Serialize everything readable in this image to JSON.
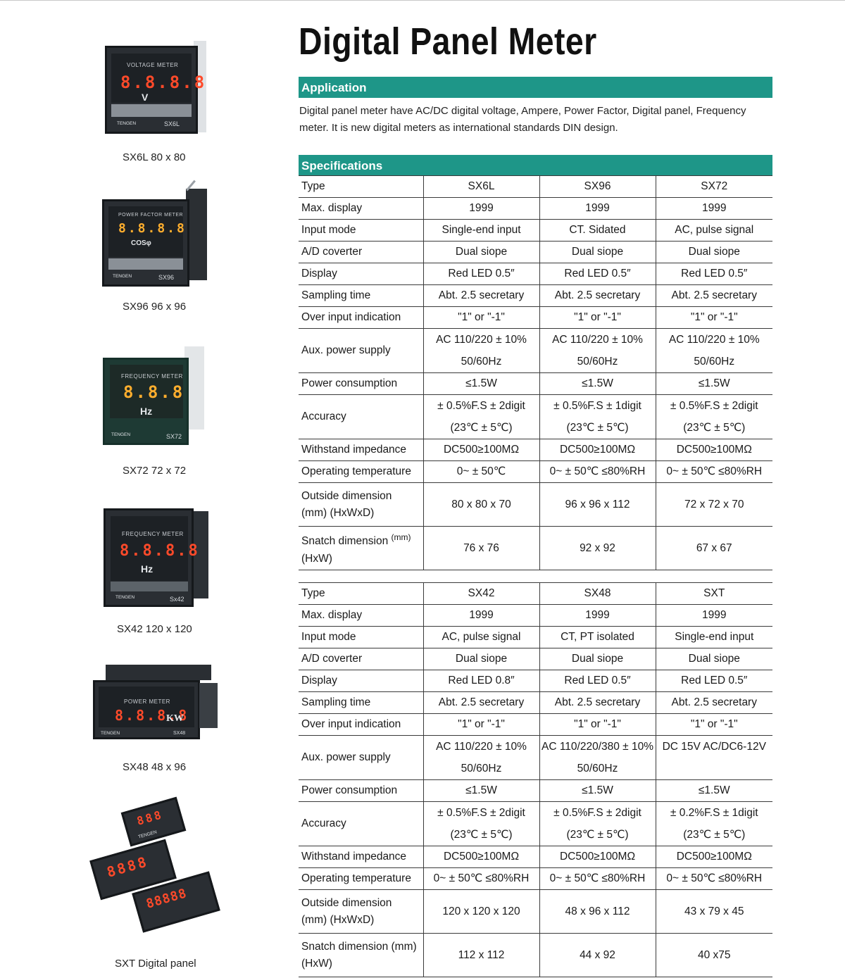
{
  "page": {
    "title": "Digital Panel Meter"
  },
  "application": {
    "heading": "Application",
    "text": "Digital panel meter have AC/DC digital voltage, Ampere, Power Factor, Digital panel, Frequency meter. It is new digital meters as international standards DIN design."
  },
  "specifications": {
    "heading": "Specifications"
  },
  "table1": {
    "rows": [
      {
        "label": "Type",
        "c1": "SX6L",
        "c2": "SX96",
        "c3": "SX72"
      },
      {
        "label": "Max. display",
        "c1": "1999",
        "c2": "1999",
        "c3": "1999"
      },
      {
        "label": "Input mode",
        "c1": "Single-end input",
        "c2": "CT. Sidated",
        "c3": "AC, pulse signal"
      },
      {
        "label": "A/D coverter",
        "c1": "Dual siope",
        "c2": "Dual siope",
        "c3": "Dual siope"
      },
      {
        "label": "Display",
        "c1": "Red LED 0.5″",
        "c2": "Red LED 0.5″",
        "c3": "Red LED 0.5″"
      },
      {
        "label": "Sampling time",
        "c1": "Abt. 2.5 secretary",
        "c2": "Abt. 2.5 secretary",
        "c3": "Abt. 2.5 secretary"
      },
      {
        "label": "Over input indication",
        "c1": "\"1\" or \"-1\"",
        "c2": "\"1\" or \"-1\"",
        "c3": "\"1\" or \"-1\""
      }
    ],
    "aux": {
      "label": "Aux. power supply",
      "c1": [
        "AC 110/220 ± 10%",
        "50/60Hz"
      ],
      "c2": [
        "AC 110/220 ± 10%",
        "50/60Hz"
      ],
      "c3": [
        "AC 110/220 ± 10%",
        "50/60Hz"
      ]
    },
    "power": {
      "label": "Power consumption",
      "c1": "≤1.5W",
      "c2": "≤1.5W",
      "c3": "≤1.5W"
    },
    "accuracy": {
      "label": "Accuracy",
      "c1": [
        "± 0.5%F.S  ± 2digit",
        "(23℃ ± 5℃)"
      ],
      "c2": [
        "± 0.5%F.S  ± 1digit",
        "(23℃ ± 5℃)"
      ],
      "c3": [
        "± 0.5%F.S  ± 2digit",
        "(23℃ ± 5℃)"
      ]
    },
    "withstand": {
      "label": "Withstand impedance",
      "c1": "DC500≥100MΩ",
      "c2": "DC500≥100MΩ",
      "c3": "DC500≥100MΩ"
    },
    "optemp": {
      "label": "Operating temperature",
      "c1": "0~ ± 50℃",
      "c2": "0~ ± 50℃  ≤80%RH",
      "c3": "0~ ± 50℃  ≤80%RH"
    },
    "outside": {
      "label1": "Outside dimension",
      "label2": "(mm) (HxWxD)",
      "c1": "80 x 80 x 70",
      "c2": "96 x 96 x 112",
      "c3": "72 x 72 x 70"
    },
    "snatch": {
      "label1": "Snatch dimension",
      "label1_sup": "(mm)",
      "label2": "(HxW)",
      "c1": "76 x 76",
      "c2": "92 x 92",
      "c3": "67 x 67"
    }
  },
  "table2": {
    "rows": [
      {
        "label": "Type",
        "c1": "SX42",
        "c2": "SX48",
        "c3": "SXT"
      },
      {
        "label": "Max. display",
        "c1": "1999",
        "c2": "1999",
        "c3": "1999"
      },
      {
        "label": "Input mode",
        "c1": "AC, pulse signal",
        "c2": "CT, PT isolated",
        "c3": "Single-end input"
      },
      {
        "label": "A/D coverter",
        "c1": "Dual siope",
        "c2": "Dual siope",
        "c3": "Dual siope"
      },
      {
        "label": "Display",
        "c1": "Red LED 0.8″",
        "c2": "Red LED 0.5″",
        "c3": "Red LED 0.5″"
      },
      {
        "label": "Sampling time",
        "c1": "Abt. 2.5 secretary",
        "c2": "Abt. 2.5 secretary",
        "c3": "Abt. 2.5 secretary"
      },
      {
        "label": "Over input indication",
        "c1": "\"1\" or \"-1\"",
        "c2": "\"1\" or \"-1\"",
        "c3": "\"1\" or \"-1\""
      }
    ],
    "aux": {
      "label": "Aux. power supply",
      "c1": [
        "AC 110/220 ± 10%",
        "50/60Hz"
      ],
      "c2": [
        "AC 110/220/380 ± 10%",
        "50/60Hz"
      ],
      "c3": [
        "DC 15V AC/DC6-12V",
        ""
      ]
    },
    "power": {
      "label": "Power consumption",
      "c1": "≤1.5W",
      "c2": "≤1.5W",
      "c3": "≤1.5W"
    },
    "accuracy": {
      "label": "Accuracy",
      "c1": [
        "± 0.5%F.S  ± 2digit",
        "(23℃ ± 5℃)"
      ],
      "c2": [
        "± 0.5%F.S  ± 2digit",
        "(23℃ ± 5℃)"
      ],
      "c3": [
        "± 0.2%F.S  ± 1digit",
        "(23℃ ± 5℃)"
      ]
    },
    "withstand": {
      "label": "Withstand impedance",
      "c1": "DC500≥100MΩ",
      "c2": "DC500≥100MΩ",
      "c3": "DC500≥100MΩ"
    },
    "optemp": {
      "label": "Operating temperature",
      "c1": "0~ ± 50℃  ≤80%RH",
      "c2": "0~ ± 50℃  ≤80%RH",
      "c3": "0~ ± 50℃  ≤80%RH"
    },
    "outside": {
      "label1": "Outside dimension",
      "label2": "(mm) (HxWxD)",
      "c1": "120 x 120 x 120",
      "c2": "48 x 96 x 112",
      "c3": "43 x 79 x 45"
    },
    "snatch": {
      "label1": "Snatch dimension (mm)",
      "label2": "(HxW)",
      "c1": "112 x 112",
      "c2": "44 x 92",
      "c3": "40 x75"
    }
  },
  "products": [
    {
      "caption": "SX6L  80 x 80",
      "meter_label": "VOLTAGE METER",
      "digits": "8.8.8.8",
      "unit": "V",
      "brand": "TENGEN",
      "model": "SX6L"
    },
    {
      "caption": "SX96  96 x 96",
      "meter_label": "POWER FACTOR METER",
      "digits": "8.8.8.8",
      "unit": "COSφ",
      "brand": "TENGEN",
      "model": "SX96"
    },
    {
      "caption": "SX72  72 x 72",
      "meter_label": "FREQUENCY METER",
      "digits": "8.8.8",
      "unit": "Hz",
      "brand": "TENGEN",
      "model": "SX72"
    },
    {
      "caption": "SX42  120 x 120",
      "meter_label": "FREQUENCY METER",
      "digits": "8.8.8.8",
      "unit": "Hz",
      "brand": "TENGEN",
      "model": "Sx42"
    },
    {
      "caption": "SX48  48 x 96",
      "meter_label": "POWER METER",
      "digits": "8.8.8.8",
      "unit": "KW",
      "brand": "TENGEN",
      "model": "SX48"
    },
    {
      "caption": "SXT  Digital panel",
      "meter_label": "",
      "digits": "888",
      "digits2": "8888",
      "digits3": "88888",
      "unit": "",
      "brand": "TENGEN",
      "model": ""
    }
  ],
  "colors": {
    "accent": "#1e9688",
    "led_red": "#ff4a2a",
    "led_orange": "#ffae2e"
  }
}
